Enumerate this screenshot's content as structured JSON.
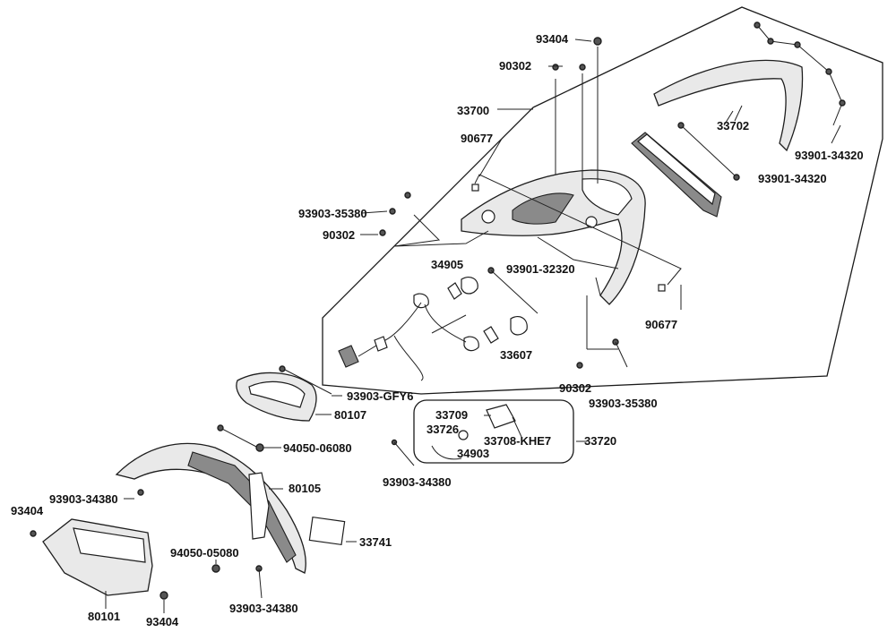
{
  "labels": {
    "p93404_top": "93404",
    "p90302_top": "90302",
    "p33700": "33700",
    "p33702": "33702",
    "p93901_34320_a": "93901-34320",
    "p93901_34320_b": "93901-34320",
    "p90677_top": "90677",
    "p93903_35380_a": "93903-35380",
    "p90302_mid": "90302",
    "p34905": "34905",
    "p93901_32320": "93901-32320",
    "p90677_right": "90677",
    "p33607": "33607",
    "p90302_low": "90302",
    "p93903_35380_b": "93903-35380",
    "p93903_gfy6": "93903-GFY6",
    "p80107": "80107",
    "p33709": "33709",
    "p33726": "33726",
    "p33708_khe7": "33708-KHE7",
    "p34903": "34903",
    "p33720": "33720",
    "p94050_06080": "94050-06080",
    "p93903_34380_a": "93903-34380",
    "p80105": "80105",
    "p93903_34380_b": "93903-34380",
    "p93404_left": "93404",
    "p94050_05080": "94050-05080",
    "p33741": "33741",
    "p93903_34380_c": "93903-34380",
    "p80101": "80101",
    "p93404_bottom": "93404"
  }
}
